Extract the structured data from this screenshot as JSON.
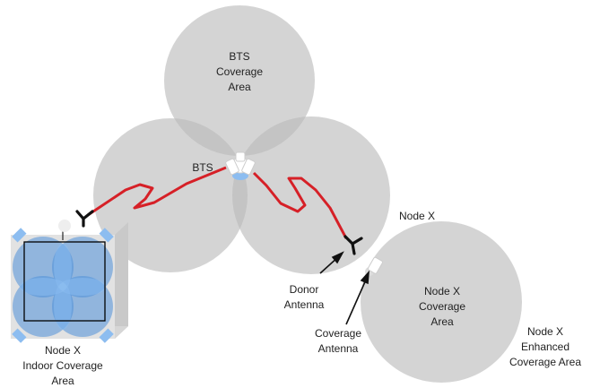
{
  "labels": {
    "bts_area_1": "BTS",
    "bts_area_2": "Coverage",
    "bts_area_3": "Area",
    "bts": "BTS",
    "node_x_top": "Node X",
    "donor_1": "Donor",
    "donor_2": "Antenna",
    "coverage_ant_1": "Coverage",
    "coverage_ant_2": "Antenna",
    "node_cov_1": "Node X",
    "node_cov_2": "Coverage",
    "node_cov_3": "Area",
    "enh_1": "Node X",
    "enh_2": "Enhanced",
    "enh_3": "Coverage Area",
    "indoor_1": "Node X",
    "indoor_2": "Indoor Coverage",
    "indoor_3": "Area"
  },
  "colors": {
    "coverage_fill": "#b9b9b9",
    "link_red": "#d62027",
    "indoor_blue": "#4f8fd9",
    "indoor_blue_light": "#8dbdf0",
    "antenna_black": "#111111"
  }
}
